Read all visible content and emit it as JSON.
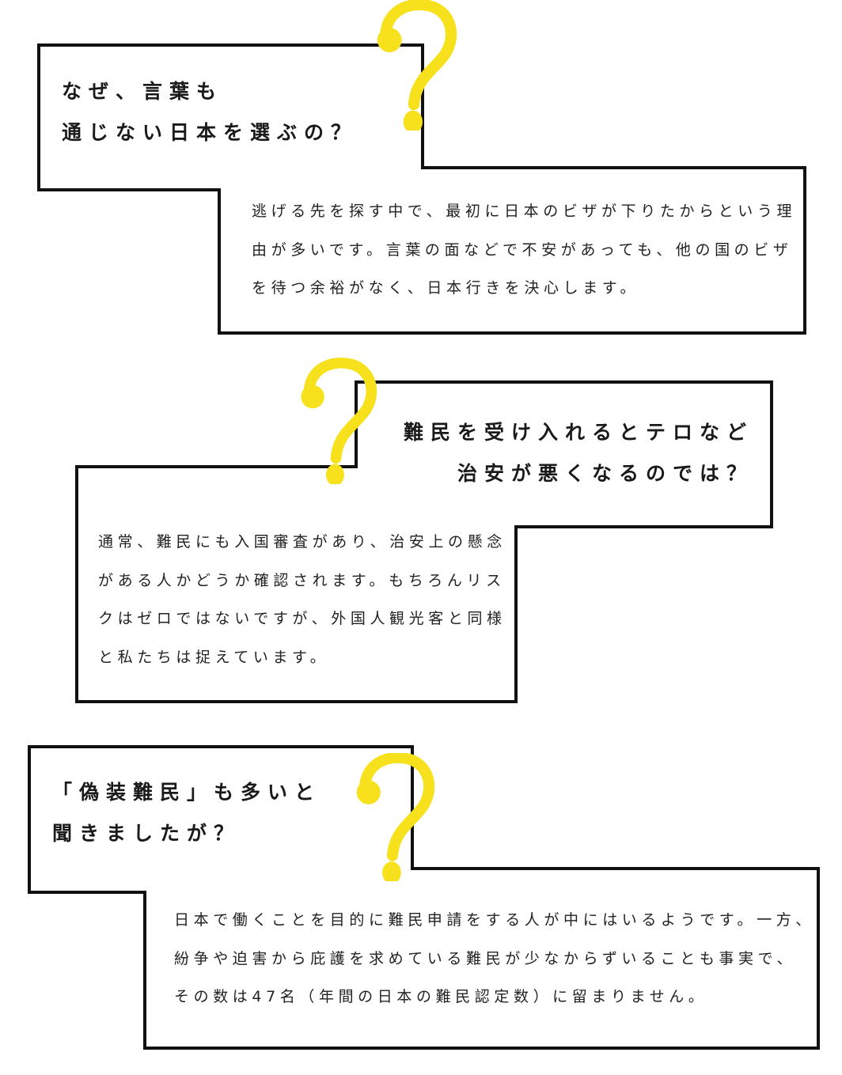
{
  "colors": {
    "accent_yellow": "#f6e11c",
    "border": "#111111",
    "text": "#1a1a1a"
  },
  "qa": [
    {
      "icon": "question-mark-icon",
      "question": [
        "なぜ、言葉も",
        "通じない日本を選ぶの？"
      ],
      "answer": [
        "逃げる先を探す中で、最初に日本のビザが下りたからという理",
        "由が多いです。言葉の面などで不安があっても、他の国のビザ",
        "を待つ余裕がなく、日本行きを決心します。"
      ]
    },
    {
      "icon": "question-mark-icon",
      "question": [
        "難民を受け入れるとテロなど",
        "治安が悪くなるのでは？"
      ],
      "answer": [
        "通常、難民にも入国審査があり、治安上の懸念",
        "がある人かどうか確認されます。もちろんリス",
        "クはゼロではないですが、外国人観光客と同様",
        "と私たちは捉えています。"
      ]
    },
    {
      "icon": "question-mark-icon",
      "question": [
        "「偽装難民」も多いと",
        "聞きましたが？"
      ],
      "answer": [
        "日本で働くことを目的に難民申請をする人が中にはいるようです。一方、",
        "紛争や迫害から庇護を求めている難民が少なからずいることも事実で、",
        "その数は47名（年間の日本の難民認定数）に留まりません。"
      ]
    }
  ]
}
